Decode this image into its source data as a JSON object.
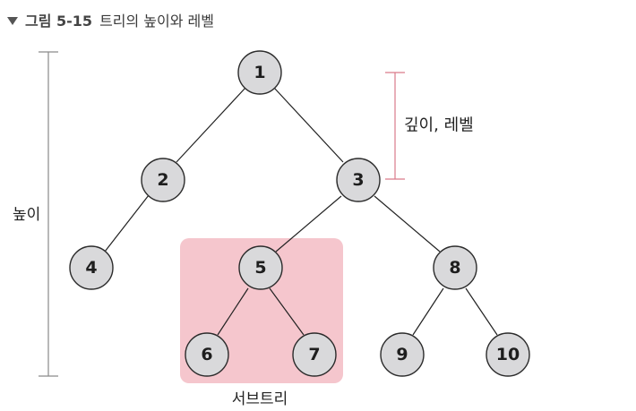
{
  "figure": {
    "number": "그림 5-15",
    "title": "트리의 높이와 레벨"
  },
  "labels": {
    "depth_level": "깊이, 레벨",
    "height": "높이",
    "subtree": "서브트리"
  },
  "colors": {
    "node_fill": "#d9d9db",
    "subtree_fill": "#f5c6cd",
    "bracket_gray": "#8a8a8a",
    "bracket_red": "#d97a8a"
  },
  "tree": {
    "nodes": [
      "1",
      "2",
      "3",
      "4",
      "5",
      "8",
      "6",
      "7",
      "9",
      "10"
    ],
    "edges": [
      [
        "1",
        "2"
      ],
      [
        "1",
        "3"
      ],
      [
        "2",
        "4"
      ],
      [
        "3",
        "5"
      ],
      [
        "3",
        "8"
      ],
      [
        "5",
        "6"
      ],
      [
        "5",
        "7"
      ],
      [
        "8",
        "9"
      ],
      [
        "8",
        "10"
      ]
    ]
  }
}
